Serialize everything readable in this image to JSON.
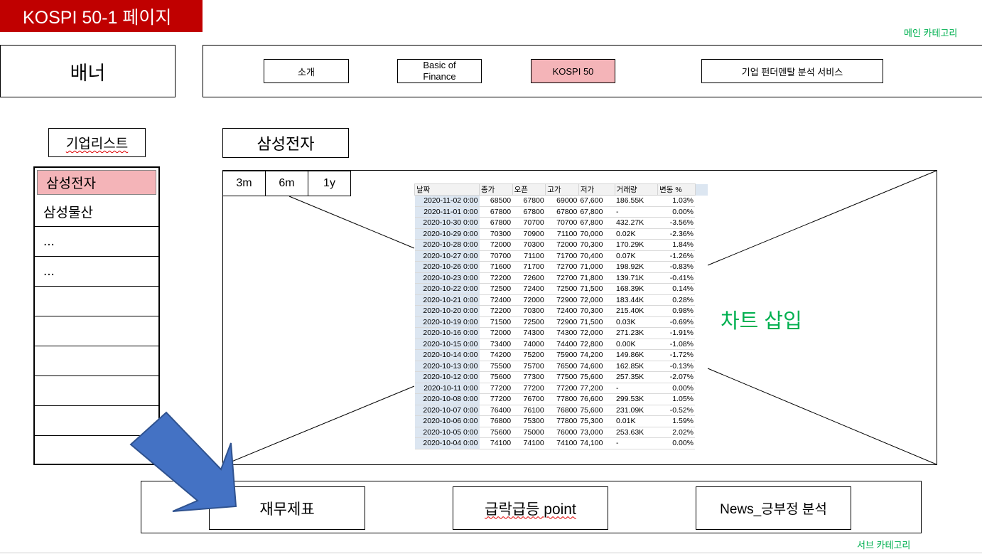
{
  "header": {
    "title": "KOSPI 50-1 페이지",
    "main_category_label": "메인 카테고리",
    "sub_category_label": "서브 카테고리"
  },
  "banner": {
    "label": "배너"
  },
  "nav": {
    "items": [
      {
        "label": "소개"
      },
      {
        "label": "Basic of Finance"
      },
      {
        "label": "KOSPI 50",
        "active": true
      },
      {
        "label": "기업 펀더멘탈 분석 서비스"
      }
    ]
  },
  "sidebar": {
    "title": "기업리스트",
    "items": [
      {
        "label": "삼성전자",
        "selected": true
      },
      {
        "label": "삼성물산"
      },
      {
        "label": "..."
      },
      {
        "label": "..."
      },
      {
        "label": ""
      },
      {
        "label": ""
      },
      {
        "label": ""
      },
      {
        "label": ""
      },
      {
        "label": ""
      },
      {
        "label": ""
      }
    ]
  },
  "company": {
    "name": "삼성전자"
  },
  "chart_area": {
    "tabs": [
      "3m",
      "6m",
      "1y"
    ],
    "placeholder": "차트 삽입",
    "table": {
      "headers": [
        "날짜",
        "종가",
        "오픈",
        "고가",
        "저가",
        "거래량",
        "변동 %"
      ],
      "rows": [
        [
          "2020-11-02 0:00",
          "68500",
          "67800",
          "69000",
          "67,600",
          "186.55K",
          "1.03%"
        ],
        [
          "2020-11-01 0:00",
          "67800",
          "67800",
          "67800",
          "67,800",
          "-",
          "0.00%"
        ],
        [
          "2020-10-30 0:00",
          "67800",
          "70700",
          "70700",
          "67,800",
          "432.27K",
          "-3.56%"
        ],
        [
          "2020-10-29 0:00",
          "70300",
          "70900",
          "71100",
          "70,000",
          "0.02K",
          "-2.36%"
        ],
        [
          "2020-10-28 0:00",
          "72000",
          "70300",
          "72000",
          "70,300",
          "170.29K",
          "1.84%"
        ],
        [
          "2020-10-27 0:00",
          "70700",
          "71100",
          "71700",
          "70,400",
          "0.07K",
          "-1.26%"
        ],
        [
          "2020-10-26 0:00",
          "71600",
          "71700",
          "72700",
          "71,000",
          "198.92K",
          "-0.83%"
        ],
        [
          "2020-10-23 0:00",
          "72200",
          "72600",
          "72700",
          "71,800",
          "139.71K",
          "-0.41%"
        ],
        [
          "2020-10-22 0:00",
          "72500",
          "72400",
          "72500",
          "71,500",
          "168.39K",
          "0.14%"
        ],
        [
          "2020-10-21 0:00",
          "72400",
          "72000",
          "72900",
          "72,000",
          "183.44K",
          "0.28%"
        ],
        [
          "2020-10-20 0:00",
          "72200",
          "70300",
          "72400",
          "70,300",
          "215.40K",
          "0.98%"
        ],
        [
          "2020-10-19 0:00",
          "71500",
          "72500",
          "72900",
          "71,500",
          "0.03K",
          "-0.69%"
        ],
        [
          "2020-10-16 0:00",
          "72000",
          "74300",
          "74300",
          "72,000",
          "271.23K",
          "-1.91%"
        ],
        [
          "2020-10-15 0:00",
          "73400",
          "74000",
          "74400",
          "72,800",
          "0.00K",
          "-1.08%"
        ],
        [
          "2020-10-14 0:00",
          "74200",
          "75200",
          "75900",
          "74,200",
          "149.86K",
          "-1.72%"
        ],
        [
          "2020-10-13 0:00",
          "75500",
          "75700",
          "76500",
          "74,600",
          "162.85K",
          "-0.13%"
        ],
        [
          "2020-10-12 0:00",
          "75600",
          "77300",
          "77500",
          "75,600",
          "257.35K",
          "-2.07%"
        ],
        [
          "2020-10-11 0:00",
          "77200",
          "77200",
          "77200",
          "77,200",
          "-",
          "0.00%"
        ],
        [
          "2020-10-08 0:00",
          "77200",
          "76700",
          "77800",
          "76,600",
          "299.53K",
          "1.05%"
        ],
        [
          "2020-10-07 0:00",
          "76400",
          "76100",
          "76800",
          "75,600",
          "231.09K",
          "-0.52%"
        ],
        [
          "2020-10-06 0:00",
          "76800",
          "75300",
          "77800",
          "75,300",
          "0.01K",
          "1.59%"
        ],
        [
          "2020-10-05 0:00",
          "75600",
          "75000",
          "76000",
          "73,000",
          "253.63K",
          "2.02%"
        ],
        [
          "2020-10-04 0:00",
          "74100",
          "74100",
          "74100",
          "74,100",
          "-",
          "0.00%"
        ]
      ]
    }
  },
  "sub_nav": {
    "items": [
      {
        "label": "재무제표"
      },
      {
        "label": "급락급등 point"
      },
      {
        "label": "News_긍부정 분석"
      }
    ]
  },
  "colors": {
    "title_bg": "#c00000",
    "accent_green": "#00b050",
    "highlight_pink": "#f4b4b8",
    "arrow_blue": "#4472c4"
  }
}
